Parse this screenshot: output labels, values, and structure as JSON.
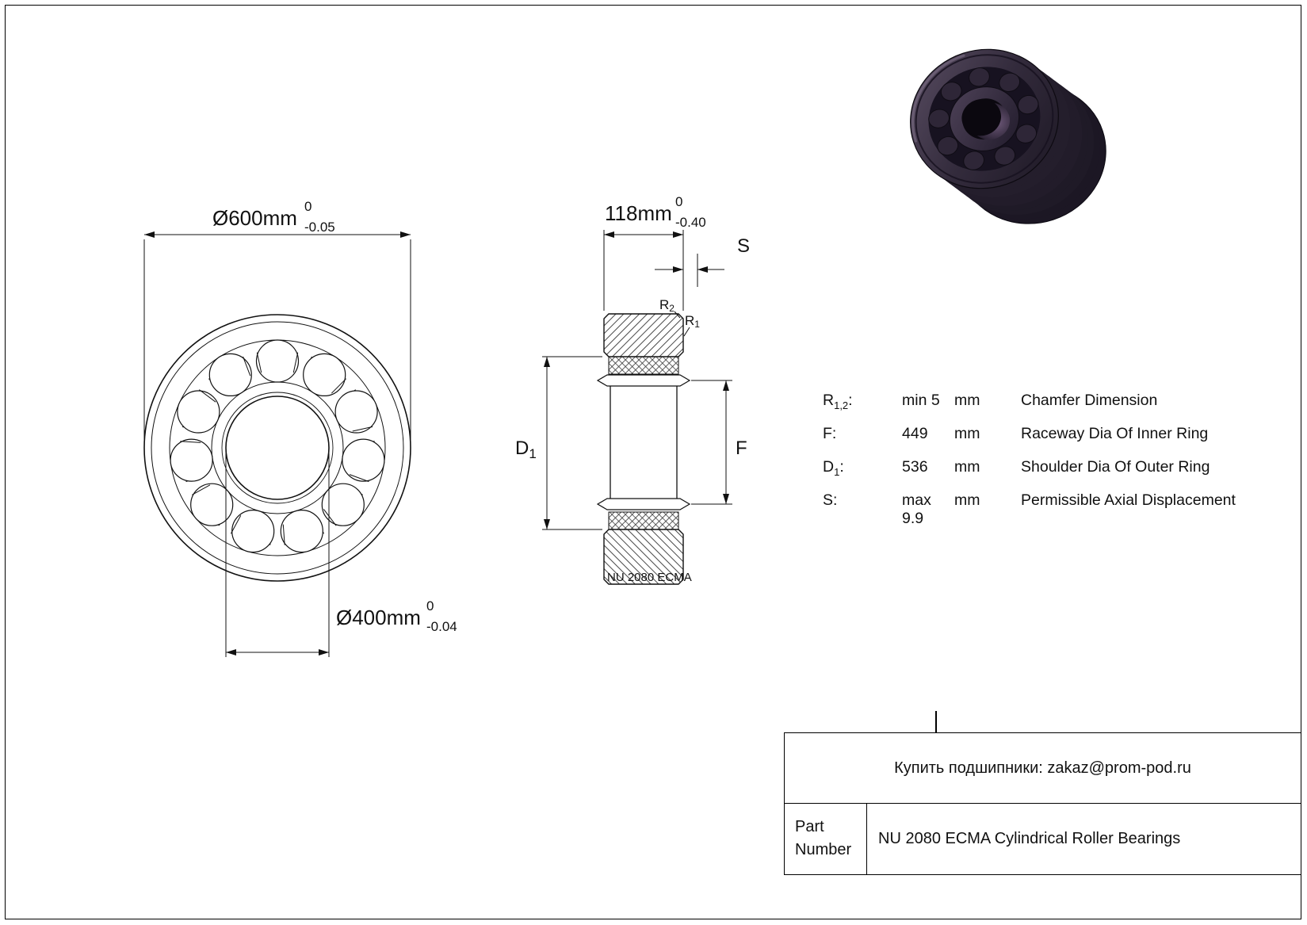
{
  "front_view": {
    "outer_dim": {
      "text": "Ø600mm",
      "tol_top": "0",
      "tol_bot": "-0.05"
    },
    "bore_dim": {
      "text": "Ø400mm",
      "tol_top": "0",
      "tol_bot": "-0.04"
    }
  },
  "section_view": {
    "width_dim": {
      "text": "118mm",
      "tol_top": "0",
      "tol_bot": "-0.40"
    },
    "labels": {
      "s": "S",
      "r2_main": "R",
      "r2_sub": "2",
      "r1_main": "R",
      "r1_sub": "1",
      "d1_main": "D",
      "d1_sub": "1",
      "f": "F"
    },
    "watermark": "NU 2080 ECMA"
  },
  "spec_table": {
    "rows": [
      {
        "param": "R",
        "param_sub": "1,2",
        "colon": ":",
        "value": "min 5",
        "unit": "mm",
        "description": "Chamfer Dimension"
      },
      {
        "param": "F",
        "param_sub": "",
        "colon": ":",
        "value": "449",
        "unit": "mm",
        "description": "Raceway Dia Of Inner Ring"
      },
      {
        "param": "D",
        "param_sub": "1",
        "colon": ":",
        "value": "536",
        "unit": "mm",
        "description": "Shoulder Dia Of Outer Ring"
      },
      {
        "param": "S",
        "param_sub": "",
        "colon": ":",
        "value": "max 9.9",
        "unit": "mm",
        "description": "Permissible Axial Displacement"
      }
    ]
  },
  "footer": {
    "contact": "Купить подшипники: zakaz@prom-pod.ru",
    "part_label": "Part Number",
    "part_value": "NU 2080 ECMA Cylindrical Roller Bearings"
  },
  "colors": {
    "line": "#111111",
    "bearing_dark": "#1c1724",
    "bearing_mid": "#332b3c",
    "bearing_light": "#5a4e63"
  }
}
